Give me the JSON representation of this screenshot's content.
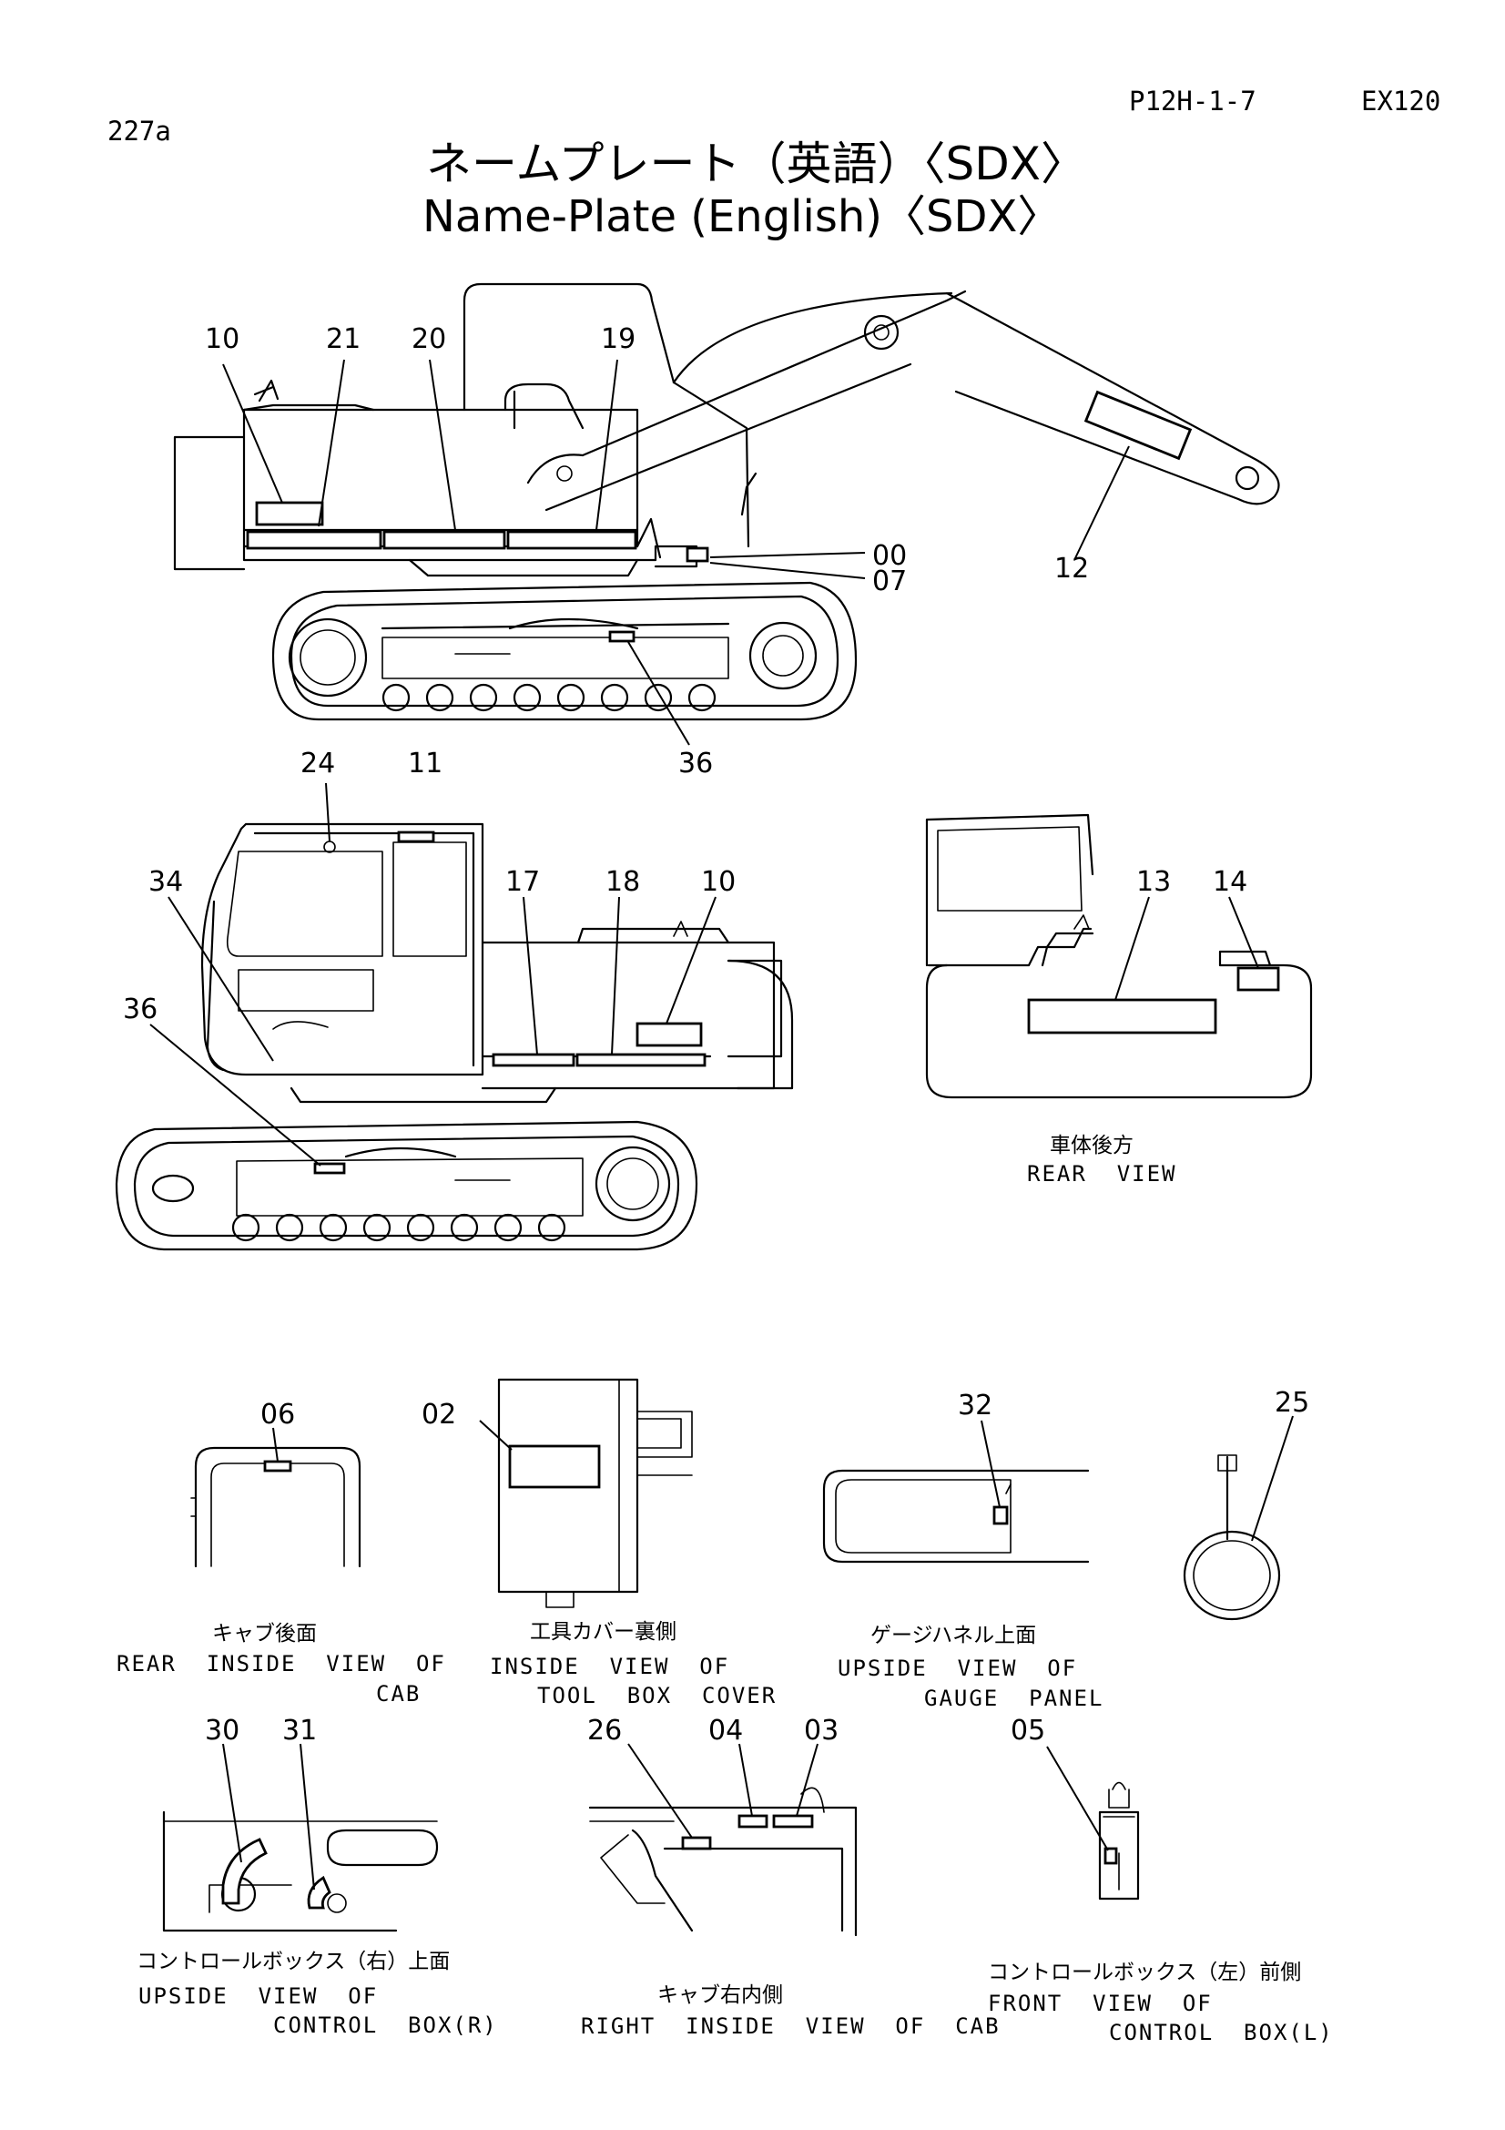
{
  "header": {
    "page_code": "227a",
    "part_code": "P12H-1-7",
    "model": "EX120"
  },
  "title": {
    "japanese": "ネームプレート（英語）〈SDX〉",
    "english": "Name-Plate (English)〈SDX〉"
  },
  "callouts": {
    "side_view_1": [
      "10",
      "21",
      "20",
      "19",
      "00",
      "07",
      "12",
      "36"
    ],
    "side_view_2": [
      "24",
      "11",
      "34",
      "17",
      "18",
      "10",
      "36"
    ],
    "rear_view": [
      "13",
      "14"
    ],
    "rear_inside_cab": "06",
    "tool_box_cover": "02",
    "gauge_panel": "32",
    "part_25": "25",
    "control_box_r": [
      "30",
      "31"
    ],
    "right_inside_cab": [
      "26",
      "04",
      "03"
    ],
    "control_box_l": "05"
  },
  "captions": {
    "rear_view": {
      "jp": "車体後方",
      "en": [
        "REAR  VIEW"
      ]
    },
    "rear_inside_cab": {
      "jp": "キャブ後面",
      "en": [
        "REAR  INSIDE  VIEW  OF",
        "CAB"
      ]
    },
    "tool_box_cover": {
      "jp": "工具カバー裏側",
      "en": [
        "INSIDE  VIEW  OF",
        "TOOL  BOX  COVER"
      ]
    },
    "gauge_panel": {
      "jp": "ゲージハネル上面",
      "en": [
        "UPSIDE  VIEW  OF",
        "GAUGE  PANEL"
      ]
    },
    "control_box_r": {
      "jp": "コントロールボックス（右）上面",
      "en": [
        "UPSIDE  VIEW  OF",
        "CONTROL  BOX(R)"
      ]
    },
    "right_inside_cab": {
      "jp": "キャブ右内側",
      "en": [
        "RIGHT  INSIDE  VIEW  OF  CAB"
      ]
    },
    "control_box_l": {
      "jp": "コントロールボックス（左）前側",
      "en": [
        "FRONT  VIEW  OF",
        "CONTROL  BOX(L)"
      ]
    }
  }
}
